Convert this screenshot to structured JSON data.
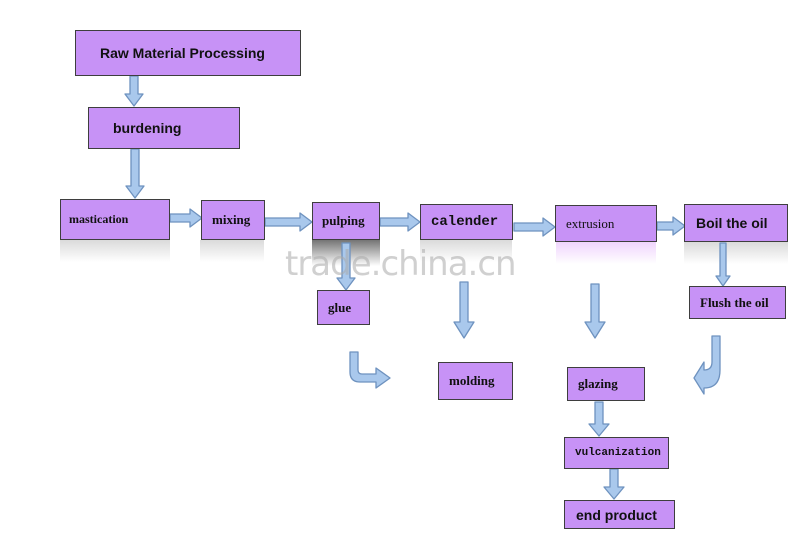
{
  "nodes": {
    "raw_material_processing": "Raw Material Processing",
    "burdening": "burdening",
    "mastication": "mastication",
    "mixing": "mixing",
    "pulping": "pulping",
    "calender": "calender",
    "extrusion": "extrusion",
    "boil_the_oil": "Boil the oil",
    "glue": "glue",
    "flush_the_oil": "Flush the oil",
    "molding": "molding",
    "glazing": "glazing",
    "vulcanization": "vulcanization",
    "end_product": "end product"
  },
  "watermark": "trade.china.cn",
  "colors": {
    "node_fill": "#c792f6",
    "arrow_fill": "#a9c8ec",
    "arrow_stroke": "#6e92bf"
  }
}
